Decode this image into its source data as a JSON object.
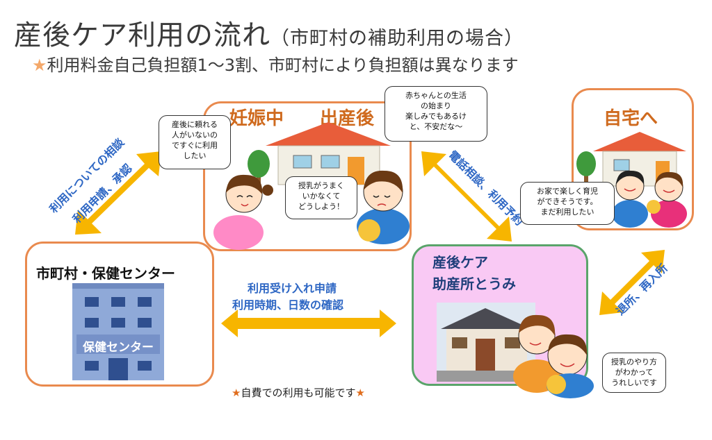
{
  "header": {
    "title_main": "産後ケア利用の流れ",
    "title_paren": "（市町村の補助利用の場合）",
    "subtitle_star": "★",
    "subtitle_text": "利用料金自己負担額1〜3割、市町村により負担額は異なります"
  },
  "boxes": {
    "pregnancy": "妊娠中",
    "after_birth": "出産後",
    "home": "自宅へ",
    "city_center": "市町村・保健センター",
    "midwife_line1": "産後ケア",
    "midwife_line2": "助産所とうみ",
    "building_sign": "保健センター"
  },
  "bubbles": {
    "pregnant_line1": "産後に頼れる",
    "pregnant_line2": "人がいないの",
    "pregnant_line3": "ですぐに利用",
    "pregnant_line4": "したい",
    "baby_life_line1": "赤ちゃんとの生活",
    "baby_life_line2": "の始まり",
    "baby_life_line3": "楽しみでもあるけ",
    "baby_life_line4": "と、不安だな〜",
    "nursing_worry_line1": "授乳がうまく",
    "nursing_worry_line2": "いかなくて",
    "nursing_worry_line3": "どうしよう！",
    "home_line1": "お家で楽しく育児",
    "home_line2": "ができそうです。",
    "home_line3": "まだ利用したい",
    "learned_line1": "授乳のやり方",
    "learned_line2": "がわかって",
    "learned_line3": "うれしいです"
  },
  "arrows": {
    "consult_line1": "利用についての相談",
    "consult_line2": "利用申請、承認",
    "phone": "電話相談、利用予約",
    "accept_line1": "利用受け入れ申請",
    "accept_line2": "利用時期、日数の確認",
    "leave": "退所、再入所"
  },
  "note": {
    "star_left": "★",
    "text": "自費での利用も可能です",
    "star_right": "★"
  },
  "colors": {
    "box_border": "#e98a4e",
    "midwife_border": "#5aa46a",
    "midwife_fill": "#f9c9f4",
    "arrow": "#f7b500",
    "arrow_text": "#2e67c4",
    "label_orange": "#cf6a1e",
    "city_building": "#8fa9d8"
  }
}
